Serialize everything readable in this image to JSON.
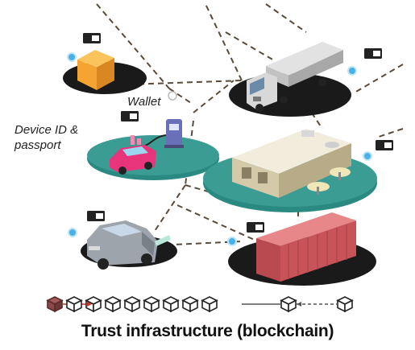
{
  "labels": {
    "wallet": "Wallet",
    "device_id_line1": "Device ID &",
    "device_id_line2": "passport"
  },
  "caption": "Trust infrastructure (blockchain)",
  "nodes": [
    {
      "id": "box",
      "object": "cube-box-icon"
    },
    {
      "id": "truck",
      "object": "truck-icon"
    },
    {
      "id": "charging",
      "object": "ev-charging-icon"
    },
    {
      "id": "warehouse",
      "object": "warehouse-icon"
    },
    {
      "id": "car",
      "object": "car-icon"
    },
    {
      "id": "container",
      "object": "shipping-container-icon"
    }
  ],
  "blockchain": {
    "block_count": 11
  },
  "colors": {
    "platform_dark": "#1a1a1a",
    "platform_teal": "#2a8a82",
    "accent_blue": "#4ab1e6",
    "cube_orange": "#f5a431",
    "ev_pink": "#e8347a",
    "container_red": "#c8545a",
    "first_block": "#8a4a4a",
    "dash_line": "#5a4a3a"
  }
}
